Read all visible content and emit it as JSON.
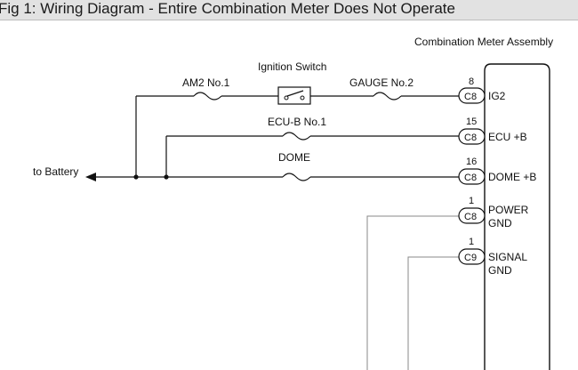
{
  "figure": {
    "title": "Fig 1: Wiring Diagram - Entire Combination Meter Does Not Operate"
  },
  "diagram": {
    "assembly_label": "Combination Meter Assembly",
    "battery_label": "to Battery",
    "components": {
      "am2_fuse": "AM2 No.1",
      "ignition_switch": "Ignition Switch",
      "gauge_fuse": "GAUGE No.2",
      "ecub_fuse": "ECU-B No.1",
      "dome_fuse": "DOME"
    },
    "terminals": [
      {
        "pin": "8",
        "connector": "C8",
        "signal": [
          "IG2"
        ]
      },
      {
        "pin": "15",
        "connector": "C8",
        "signal": [
          "ECU +B"
        ]
      },
      {
        "pin": "16",
        "connector": "C8",
        "signal": [
          "DOME +B"
        ]
      },
      {
        "pin": "1",
        "connector": "C8",
        "signal": [
          "POWER",
          "GND"
        ]
      },
      {
        "pin": "1",
        "connector": "C9",
        "signal": [
          "SIGNAL",
          "GND"
        ]
      }
    ]
  }
}
